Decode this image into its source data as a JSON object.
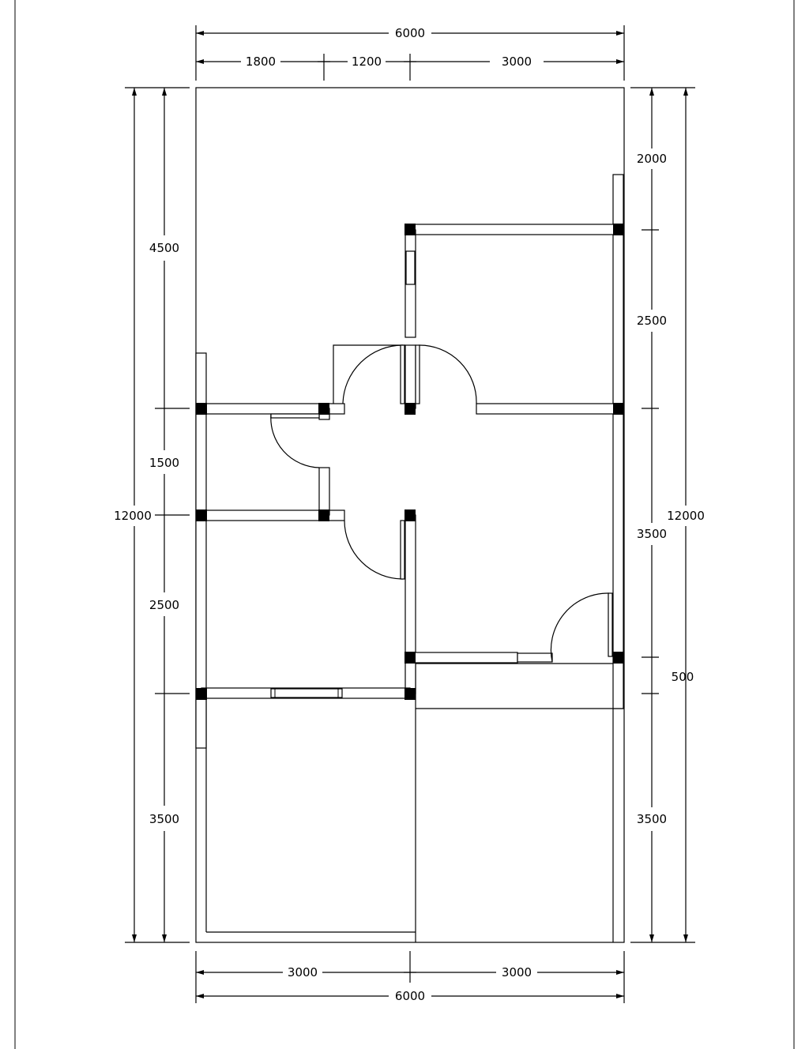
{
  "top_dimensions": {
    "overall": "6000",
    "segments": [
      "1800",
      "1200",
      "3000"
    ]
  },
  "bottom_dimensions": {
    "overall": "6000",
    "segments": [
      "3000",
      "3000"
    ]
  },
  "left_dimensions": {
    "overall": "12000",
    "segments": [
      "4500",
      "1500",
      "2500",
      "3500"
    ]
  },
  "right_dimensions": {
    "overall": "12000",
    "segments": [
      "2000",
      "2500",
      "3500",
      "500",
      "3500"
    ]
  }
}
